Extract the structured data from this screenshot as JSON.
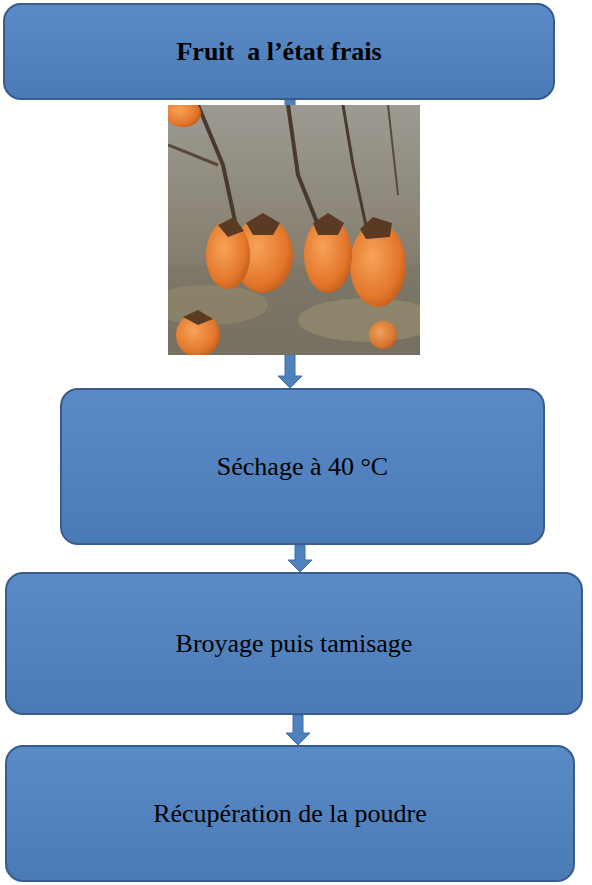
{
  "diagram": {
    "nodes": [
      {
        "text": [
          "Fruit  a l’état frais"
        ]
      },
      {
        "text": [
          "Séchage à 40 °C"
        ]
      },
      {
        "text": [
          "Broyage puis tamisage"
        ]
      },
      {
        "text": [
          "Récupération de la poudre"
        ]
      }
    ],
    "edges": [
      {
        "from": 0,
        "to": 1,
        "arrow": "to"
      },
      {
        "from": 1,
        "to": 2,
        "arrow": "to"
      },
      {
        "from": 2,
        "to": 3,
        "arrow": "to"
      }
    ]
  }
}
